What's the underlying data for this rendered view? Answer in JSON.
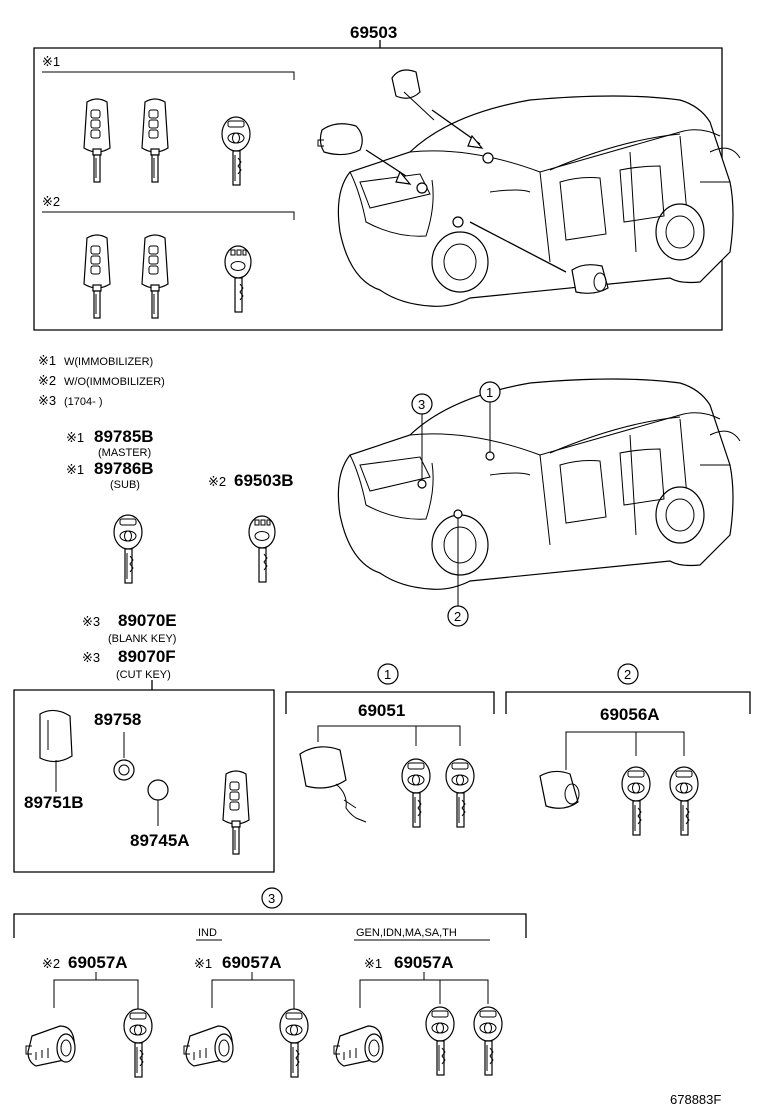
{
  "top_assembly": {
    "part": "69503",
    "marks": [
      "※1",
      "※2"
    ]
  },
  "notes": [
    {
      "mark": "※1",
      "text": "W(IMMOBILIZER)"
    },
    {
      "mark": "※2",
      "text": "W/O(IMMOBILIZER)"
    },
    {
      "mark": "※3",
      "text": "(1704-      )"
    }
  ],
  "keys": [
    {
      "mark": "※1",
      "part": "89785B",
      "sub": "(MASTER)"
    },
    {
      "mark": "※1",
      "part": "89786B",
      "sub": "(SUB)"
    },
    {
      "mark": "※2",
      "part": "69503B",
      "sub": ""
    },
    {
      "mark": "※3",
      "part": "89070E",
      "sub": "(BLANK KEY)"
    },
    {
      "mark": "※3",
      "part": "89070F",
      "sub": "(CUT KEY)"
    }
  ],
  "callouts": [
    "1",
    "2",
    "3"
  ],
  "remote": {
    "parts": [
      "89758",
      "89751B",
      "89745A"
    ]
  },
  "group1": {
    "callout": "1",
    "part": "69051"
  },
  "group2": {
    "callout": "2",
    "part": "69056A"
  },
  "group3": {
    "callout": "3",
    "items": [
      {
        "header": "",
        "mark": "※2",
        "part": "69057A"
      },
      {
        "header": "IND",
        "mark": "※1",
        "part": "69057A"
      },
      {
        "header": "GEN,IDN,MA,SA,TH",
        "mark": "※1",
        "part": "69057A"
      }
    ]
  },
  "diagram_id": "678883F"
}
